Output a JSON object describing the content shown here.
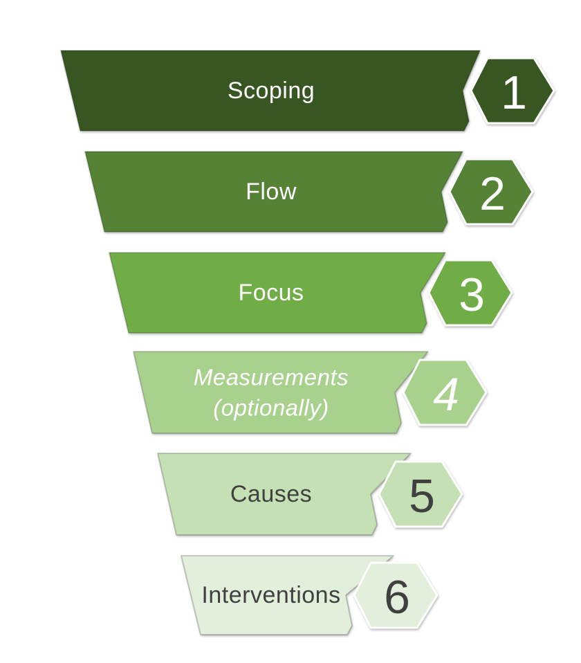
{
  "page": {
    "background": "#FFFFFF"
  },
  "diagram": {
    "type": "funnel",
    "orientation": "wide-top-narrow-bottom",
    "stages": [
      {
        "number": "1",
        "label": "Scoping",
        "fill": "#375623",
        "label_color": "#FFFFFF",
        "number_color": "#FFFFFF",
        "italic": false
      },
      {
        "number": "2",
        "label": "Flow",
        "fill": "#548235",
        "label_color": "#FFFFFF",
        "number_color": "#FFFFFF",
        "italic": false
      },
      {
        "number": "3",
        "label": "Focus",
        "fill": "#70AD47",
        "label_color": "#FFFFFF",
        "number_color": "#FFFFFF",
        "italic": false
      },
      {
        "number": "4",
        "label": "Measurements (optionally)",
        "label_line1": "Measurements",
        "label_line2": "(optionally)",
        "fill": "#A9D18E",
        "label_color": "#FFFFFF",
        "number_color": "#FFFFFF",
        "italic": true
      },
      {
        "number": "5",
        "label": "Causes",
        "fill": "#C5E0B4",
        "label_color": "#404040",
        "number_color": "#404040",
        "italic": false
      },
      {
        "number": "6",
        "label": "Interventions",
        "fill": "#E2EFDA",
        "label_color": "#404040",
        "number_color": "#404040",
        "italic": false
      }
    ]
  }
}
